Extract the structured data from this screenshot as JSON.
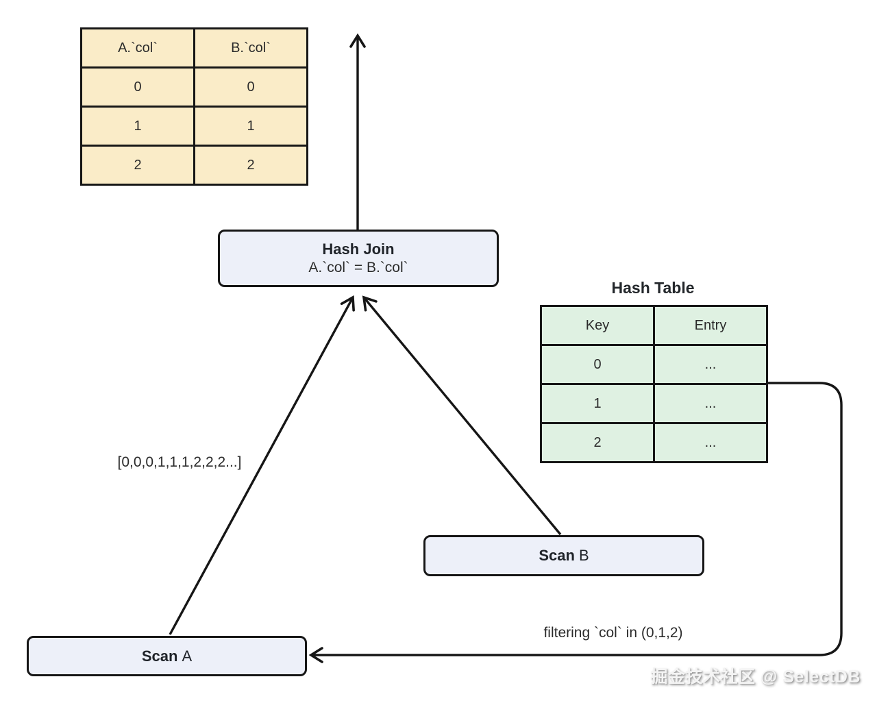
{
  "result_table": {
    "headers": [
      "A.`col`",
      "B.`col`"
    ],
    "rows": [
      [
        "0",
        "0"
      ],
      [
        "1",
        "1"
      ],
      [
        "2",
        "2"
      ]
    ]
  },
  "hash_join": {
    "title": "Hash Join",
    "condition": "A.`col` = B.`col`"
  },
  "hash_table": {
    "title": "Hash Table",
    "headers": [
      "Key",
      "Entry"
    ],
    "rows": [
      [
        "0",
        "..."
      ],
      [
        "1",
        "..."
      ],
      [
        "2",
        "..."
      ]
    ]
  },
  "scan_a": {
    "label_bold": "Scan",
    "label_rest": "A"
  },
  "scan_b": {
    "label_bold": "Scan",
    "label_rest": "B"
  },
  "edge_labels": {
    "scan_a_values": "[0,0,0,1,1,1,2,2,2...]",
    "runtime_filter": "filtering `col` in (0,1,2)"
  },
  "watermark": "掘金技术社区 @ SelectDB",
  "colors": {
    "result_table_fill": "#FAECC8",
    "hash_table_fill": "#DFF1E2",
    "node_fill": "#EDF0F9",
    "line": "#161616",
    "watermark_text": "#F4F4F4"
  }
}
